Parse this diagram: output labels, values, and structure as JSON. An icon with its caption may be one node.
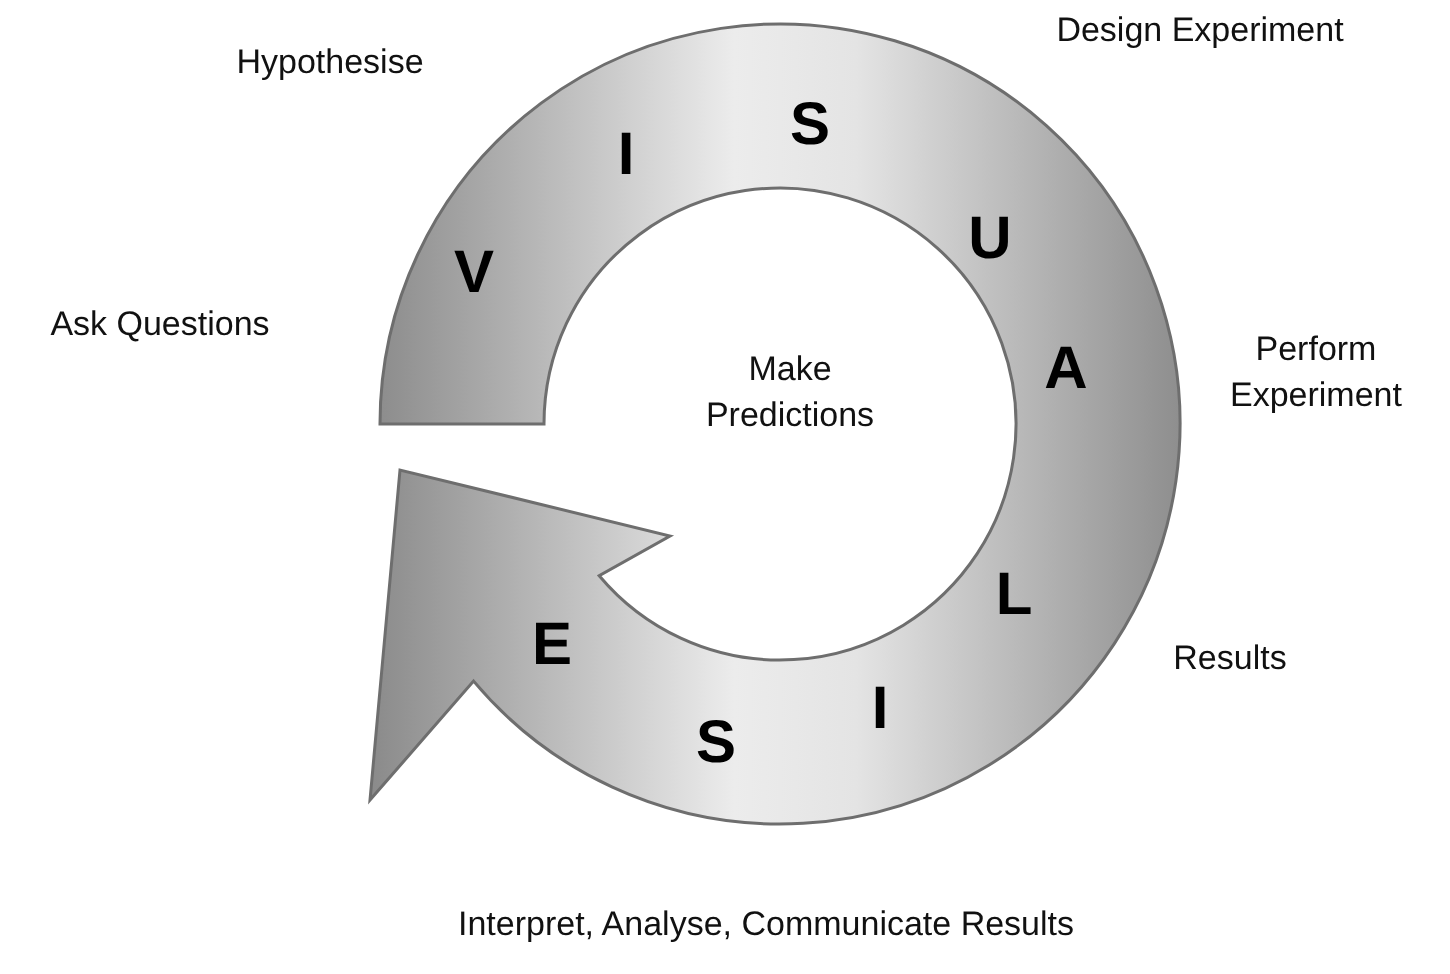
{
  "diagram": {
    "labels": [
      "Hypothesise",
      "Design Experiment",
      "V",
      "I",
      "S",
      "U",
      "Ask Questions",
      "Make Predictions",
      "Perform Experiment",
      "A",
      "L",
      "Results",
      "E",
      "I",
      "S",
      "Interpret, Analyse, Communicate Results"
    ]
  }
}
